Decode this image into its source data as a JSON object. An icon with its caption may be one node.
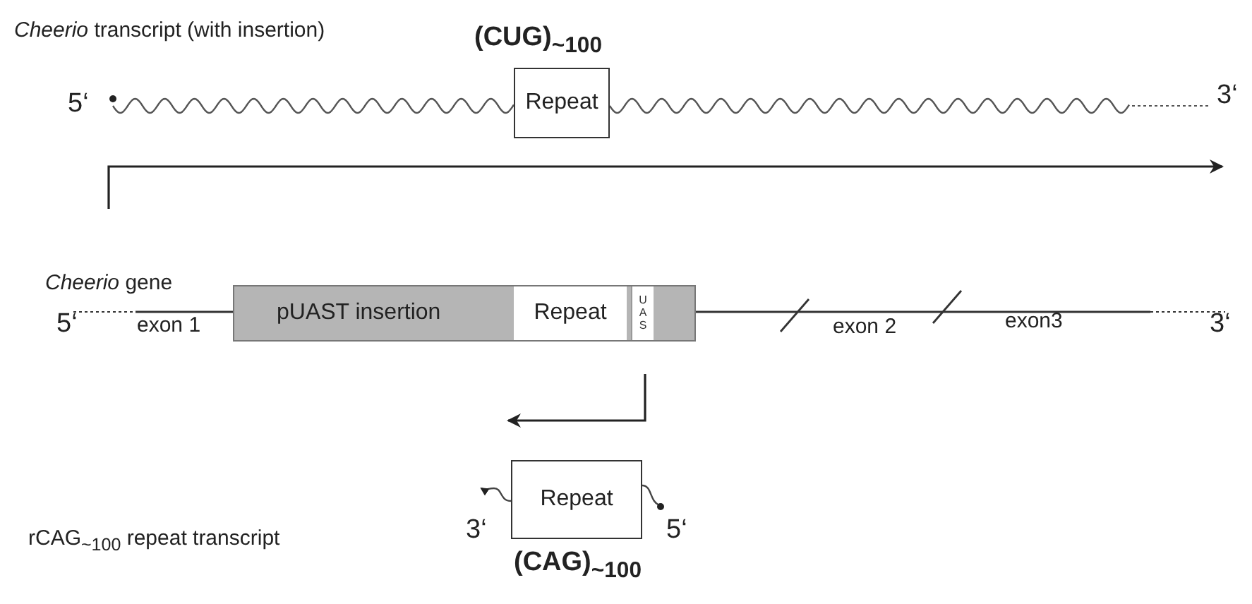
{
  "diagram": {
    "nodes": [
      {
        "text": [
          "(CUG)$_{~100}$",
          "Repeat"
        ]
      },
      {
        "text": [
          "pUAST insertion"
        ]
      },
      {
        "text": [
          "Repeat"
        ],
        "in": 1
      },
      {
        "text": [
          "UAS"
        ],
        "in": 1
      },
      {
        "text": [
          "Repeat",
          "(CAG)$_{~100}$"
        ]
      }
    ],
    "labels": [
      "*Cheerio* transcript (with insertion)",
      "5‘",
      "3‘",
      "*Cheerio* gene",
      "5‘",
      "exon 1",
      "exon 2",
      "exon3",
      "3‘",
      "3‘",
      "5‘",
      "rCAG$_{~100}$ repeat transcript"
    ]
  }
}
